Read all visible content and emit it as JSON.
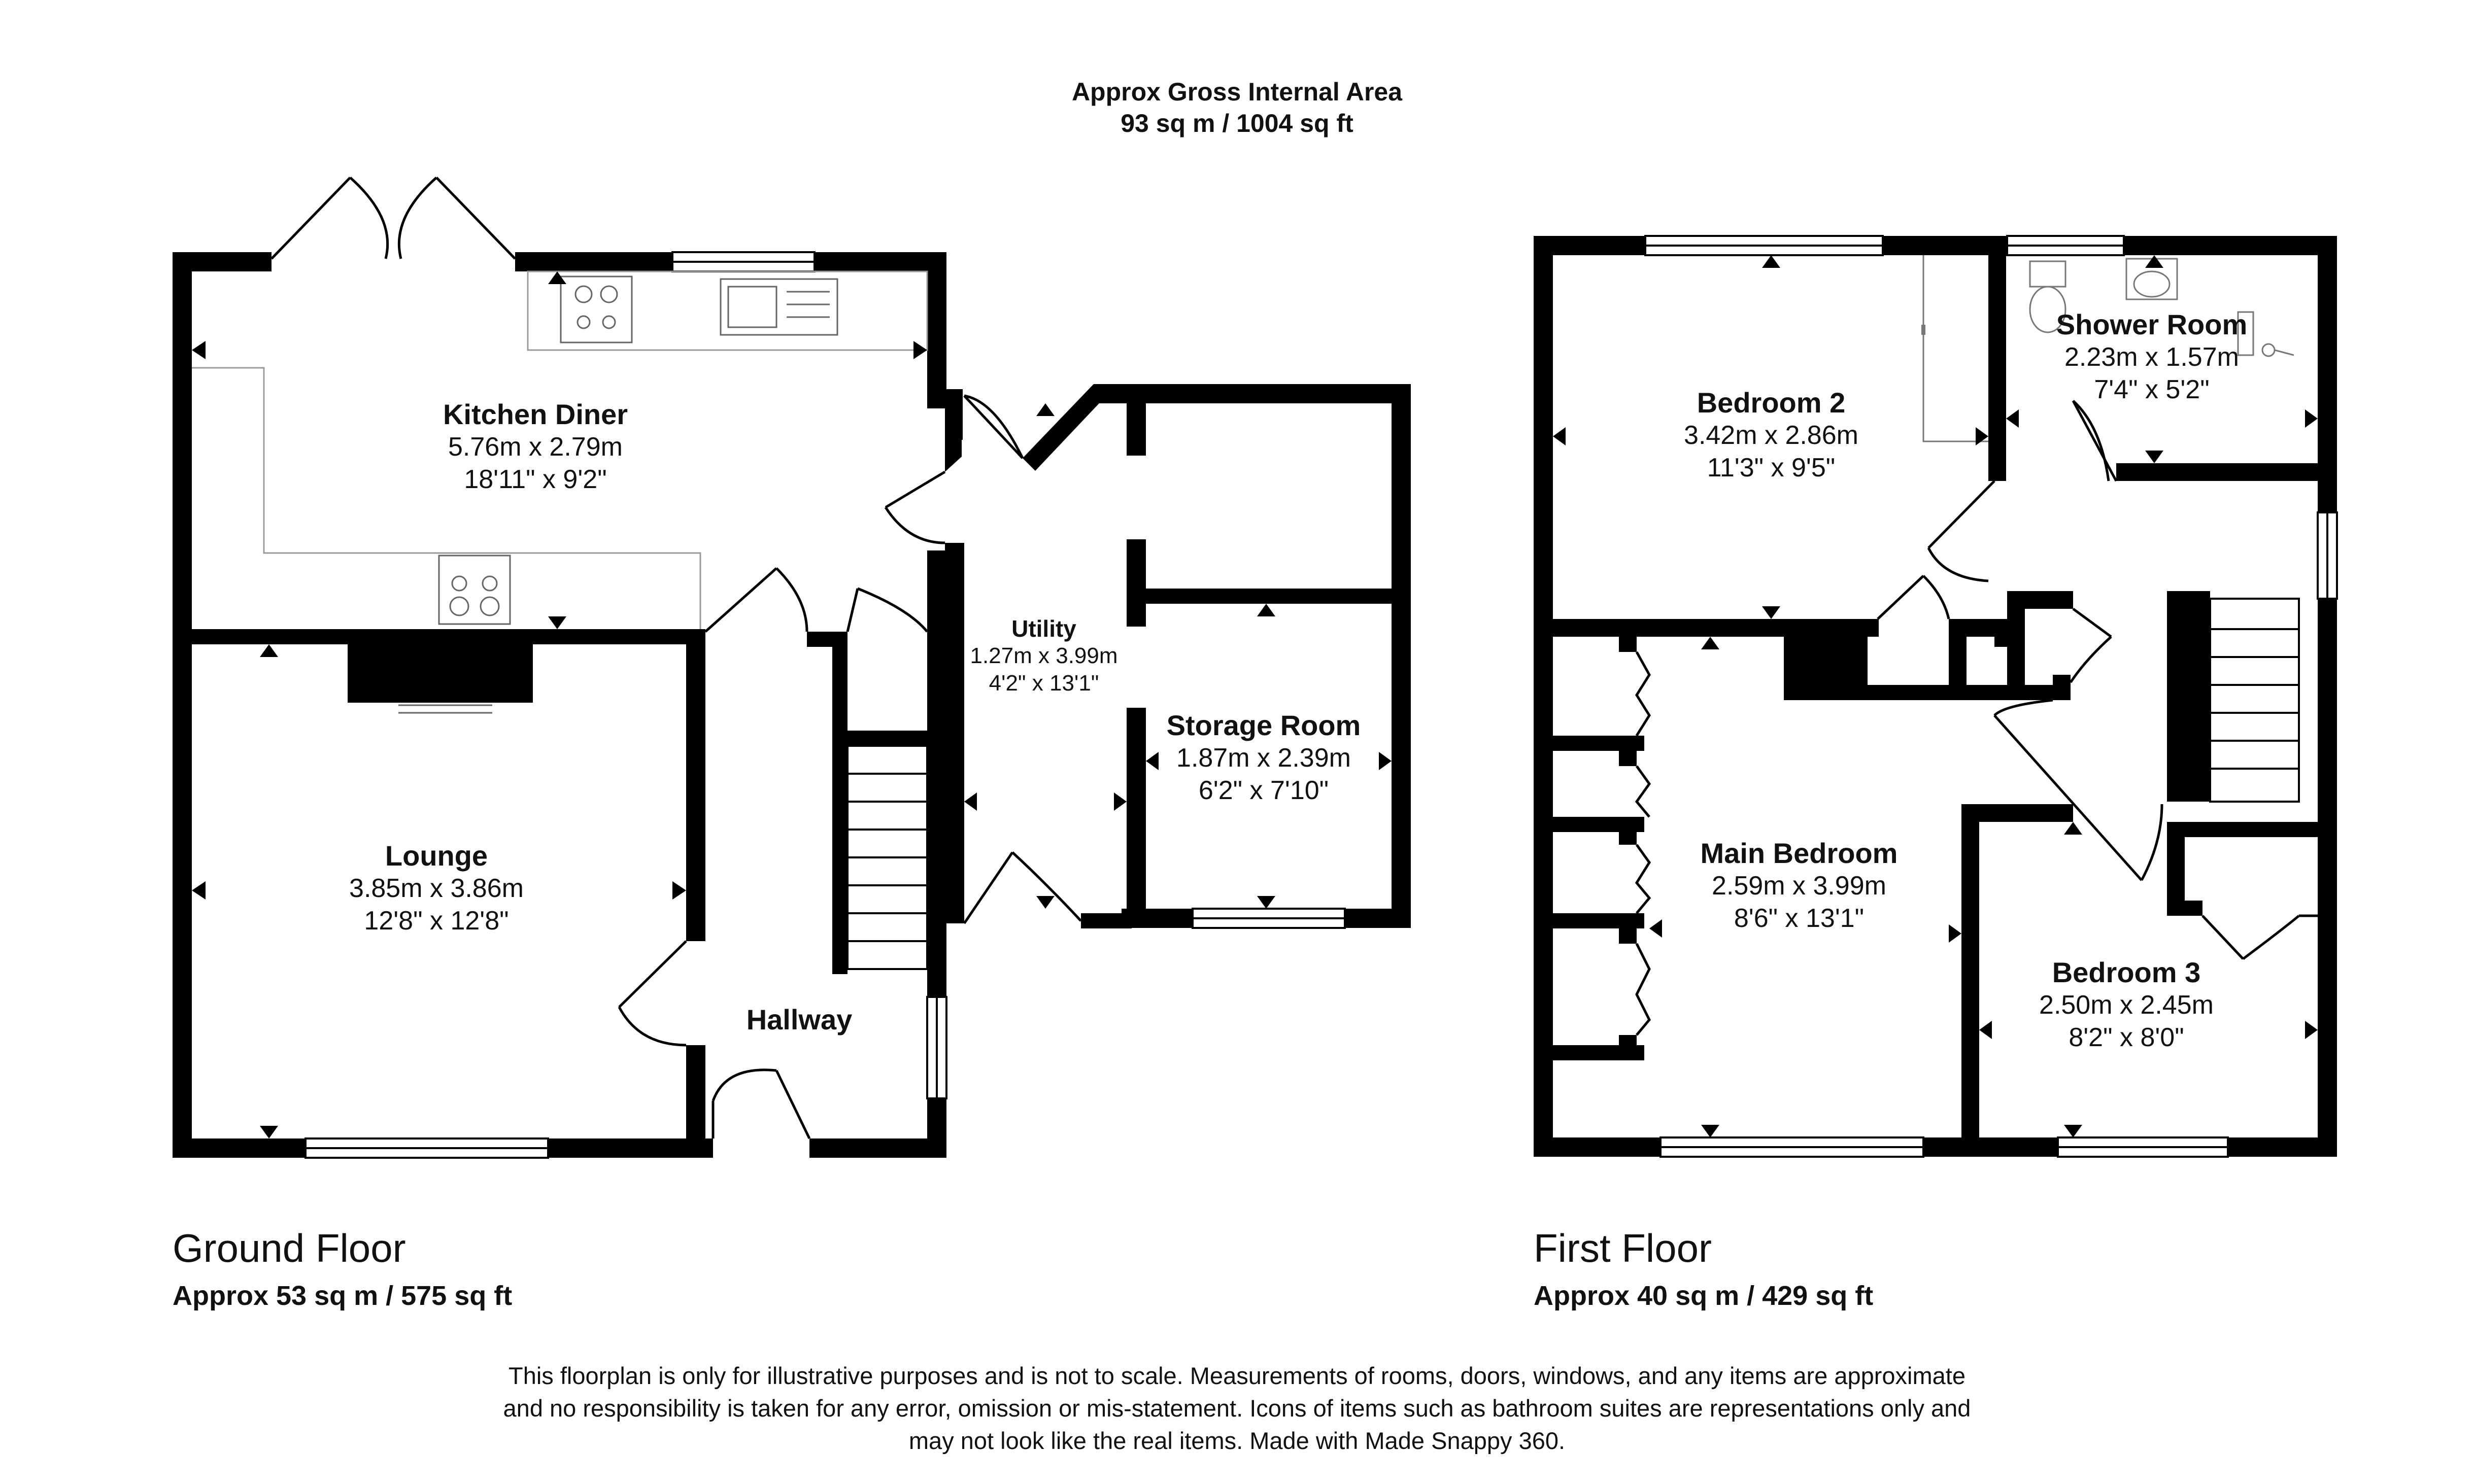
{
  "header": {
    "title": "Approx Gross Internal Area",
    "area": "93 sq m / 1004 sq ft"
  },
  "floors": {
    "ground": {
      "title": "Ground Floor",
      "area": "Approx 53 sq m / 575 sq ft"
    },
    "first": {
      "title": "First Floor",
      "area": "Approx 40 sq m / 429 sq ft"
    }
  },
  "rooms": {
    "kitchen": {
      "name": "Kitchen Diner",
      "metric": "5.76m x 2.79m",
      "imperial": "18'11\" x 9'2\""
    },
    "lounge": {
      "name": "Lounge",
      "metric": "3.85m x 3.86m",
      "imperial": "12'8\" x 12'8\""
    },
    "hallway": {
      "name": "Hallway"
    },
    "utility": {
      "name": "Utility",
      "metric": "1.27m x 3.99m",
      "imperial": "4'2\" x 13'1\""
    },
    "storage": {
      "name": "Storage Room",
      "metric": "1.87m x 2.39m",
      "imperial": "6'2\" x 7'10\""
    },
    "bedroom2": {
      "name": "Bedroom 2",
      "metric": "3.42m x 2.86m",
      "imperial": "11'3\" x 9'5\""
    },
    "shower": {
      "name": "Shower Room",
      "metric": "2.23m x 1.57m",
      "imperial": "7'4\" x 5'2\""
    },
    "main_bedroom": {
      "name": "Main Bedroom",
      "metric": "2.59m x 3.99m",
      "imperial": "8'6\" x 13'1\""
    },
    "bedroom3": {
      "name": "Bedroom 3",
      "metric": "2.50m x 2.45m",
      "imperial": "8'2\" x 8'0\""
    }
  },
  "disclaimer": {
    "line1": "This floorplan is only for illustrative purposes and is not to scale. Measurements of rooms, doors, windows, and any items are approximate",
    "line2": "and no responsibility is taken for any error, omission or mis-statement. Icons of items such as bathroom suites are representations only and",
    "line3": "may not look like the real items. Made with Made Snappy 360."
  },
  "colors": {
    "wall": "#000000",
    "fixture": "#9a9a9a",
    "background": "#ffffff"
  }
}
